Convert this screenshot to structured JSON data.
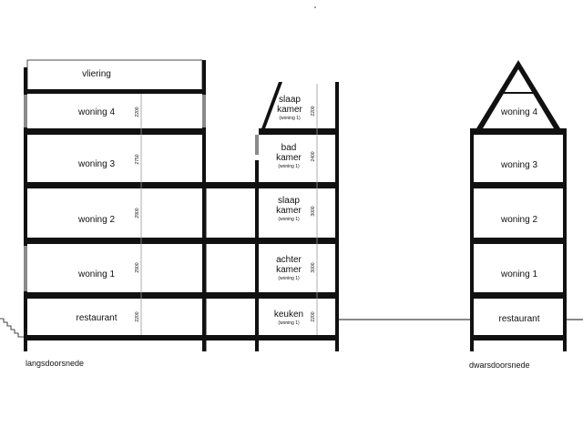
{
  "captions": {
    "left": "langsdoorsnede",
    "right": "dwarsdoorsnede"
  },
  "left_section": {
    "vliering": "vliering",
    "rooms": [
      {
        "label": "woning 4",
        "dim": "2200"
      },
      {
        "label": "woning 3",
        "dim": "2750"
      },
      {
        "label": "woning 2",
        "dim": "2900"
      },
      {
        "label": "woning 1",
        "dim": "2900"
      },
      {
        "label": "restaurant",
        "dim": "2200"
      }
    ]
  },
  "middle_section": {
    "rooms": [
      {
        "lines": [
          "slaap",
          "kamer"
        ],
        "sub": "(woning 1)",
        "dim": "2200"
      },
      {
        "lines": [
          "bad",
          "kamer"
        ],
        "sub": "(woning 1)",
        "dim": "2400"
      },
      {
        "lines": [
          "slaap",
          "kamer"
        ],
        "sub": "(woning 1)",
        "dim": "3000"
      },
      {
        "lines": [
          "achter",
          "kamer"
        ],
        "sub": "(woning 1)",
        "dim": "3000"
      },
      {
        "lines": [
          "keuken"
        ],
        "sub": "(woning 1)",
        "dim": "2200"
      }
    ]
  },
  "right_section": {
    "rooms": [
      {
        "label": "woning 4"
      },
      {
        "label": "woning 3"
      },
      {
        "label": "woning 2"
      },
      {
        "label": "woning 1"
      },
      {
        "label": "restaurant"
      }
    ]
  }
}
